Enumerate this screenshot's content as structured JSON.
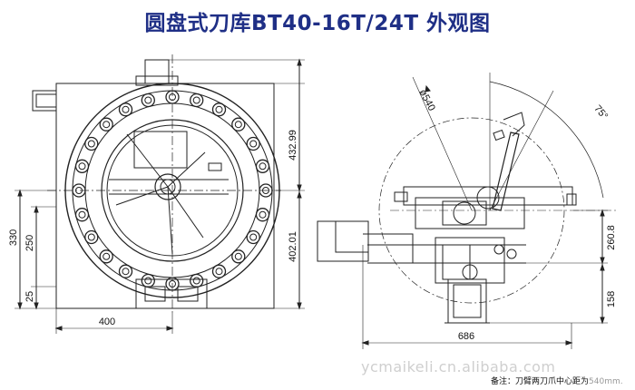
{
  "title": "圆盘式刀库BT40-16T/24T 外观图",
  "dimensions": {
    "d_432_99": "432.99",
    "d_402_01": "402.01",
    "d_330": "330",
    "d_250": "250",
    "d_25": "25",
    "d_400": "400",
    "d_dia540": "ø540",
    "d_75deg": "75°",
    "d_260_8": "260.8",
    "d_158": "158",
    "d_686": "686"
  },
  "watermark": "ycmaikeli.cn.alibaba.com",
  "note": {
    "label": "备注：刀臂两刀爪中心距为",
    "value": "540mm."
  }
}
